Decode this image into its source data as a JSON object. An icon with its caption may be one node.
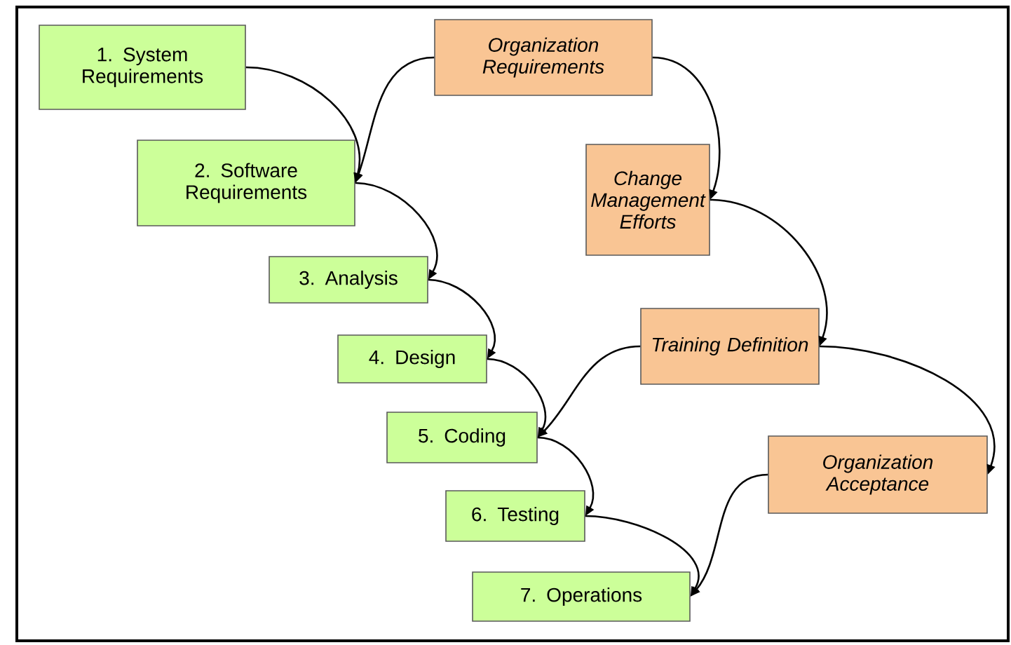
{
  "diagram": {
    "nodes": [
      {
        "text": [
          "1. System Requirements"
        ]
      },
      {
        "text": [
          "2. Software Requirements"
        ]
      },
      {
        "text": [
          "3. Analysis"
        ]
      },
      {
        "text": [
          "4. Design"
        ]
      },
      {
        "text": [
          "5. Coding"
        ]
      },
      {
        "text": [
          "6. Testing"
        ]
      },
      {
        "text": [
          "7. Operations"
        ]
      },
      {
        "text": [
          "Organization Requirements"
        ]
      },
      {
        "text": [
          "Change Management Efforts"
        ]
      },
      {
        "text": [
          "Training Definition"
        ]
      },
      {
        "text": [
          "Organization Acceptance"
        ]
      }
    ],
    "edges": [
      {
        "from": 0,
        "to": 1,
        "arrow": "to"
      },
      {
        "from": 7,
        "to": 1,
        "arrow": "to"
      },
      {
        "from": 1,
        "to": 2,
        "arrow": "to"
      },
      {
        "from": 2,
        "to": 3,
        "arrow": "to"
      },
      {
        "from": 3,
        "to": 4,
        "arrow": "to"
      },
      {
        "from": 9,
        "to": 4,
        "arrow": "to"
      },
      {
        "from": 4,
        "to": 5,
        "arrow": "to"
      },
      {
        "from": 5,
        "to": 6,
        "arrow": "to"
      },
      {
        "from": 10,
        "to": 6,
        "arrow": "to"
      },
      {
        "from": 7,
        "to": 8,
        "arrow": "to"
      },
      {
        "from": 8,
        "to": 9,
        "arrow": "to"
      },
      {
        "from": 9,
        "to": 10,
        "arrow": "to"
      }
    ]
  }
}
